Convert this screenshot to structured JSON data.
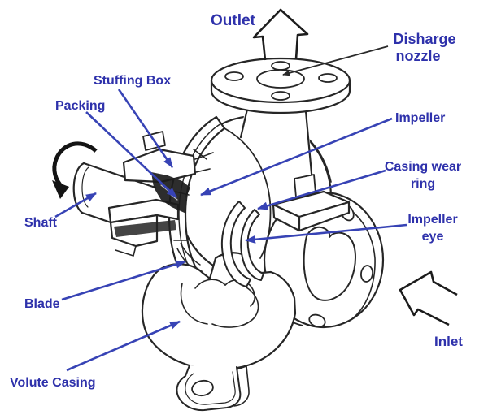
{
  "diagram": {
    "drawing": "centrifugal-pump-cutaway",
    "labels": {
      "outlet": "Outlet",
      "discharge_nozzle": [
        "Disharge",
        "nozzle"
      ],
      "stuffing_box": "Stuffing Box",
      "packing": "Packing",
      "shaft": "Shaft",
      "blade": "Blade",
      "volute_casing": "Volute Casing",
      "impeller": "Impeller",
      "casing_wear_ring": [
        "Casing wear",
        "ring"
      ],
      "impeller_eye": [
        "Impeller",
        "eye"
      ],
      "inlet": "Inlet"
    },
    "arrows": {
      "outlet_flow": "up-outline-arrow",
      "inlet_flow": "left-outline-arrow",
      "shaft_rotation": "curved-rotation-arrow"
    },
    "colors": {
      "label_text": "#2e31ab",
      "leader_line": "#3743b5",
      "line_art": "#262626",
      "background": "#ffffff"
    }
  }
}
